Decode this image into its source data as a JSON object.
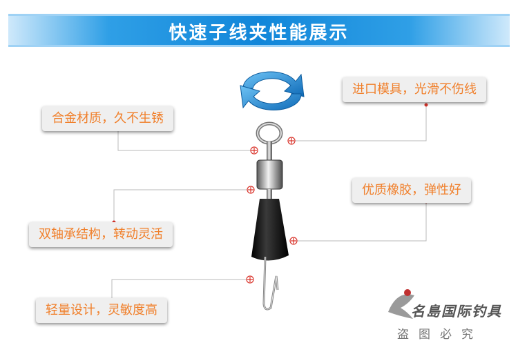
{
  "banner": {
    "title": "快速子线夹性能展示"
  },
  "callouts": {
    "alloy": "合金材质，久不生锈",
    "mold": "进口模具，光滑不伤线",
    "rubber": "优质橡胶，弹性好",
    "bearing": "双轴承结构，转动灵活",
    "light": "轻量设计，灵敏度高"
  },
  "watermark": {
    "brand": "名島国际钓具",
    "sub": "盗图必究"
  },
  "colors": {
    "banner_blue": "#1186d9",
    "callout_text": "#f07f2a",
    "marker_red": "#d9342b",
    "leader_line": "#b8b8b8"
  }
}
